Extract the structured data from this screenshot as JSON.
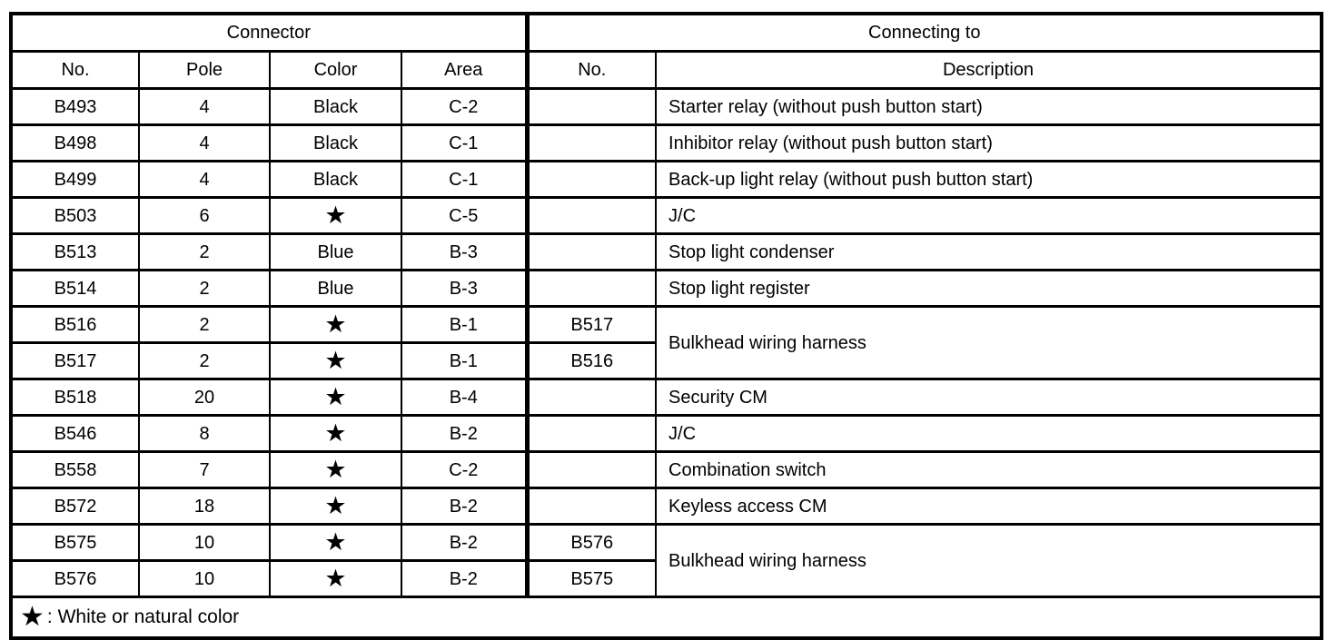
{
  "table": {
    "header_groups": [
      {
        "label": "Connector",
        "colspan": 4
      },
      {
        "label": "Connecting to",
        "colspan": 2
      }
    ],
    "columns": [
      "No.",
      "Pole",
      "Color",
      "Area",
      "No.",
      "Description"
    ],
    "rows": [
      {
        "no": "B493",
        "pole": "4",
        "color": "Black",
        "area": "C-2",
        "connecting_no": "",
        "description": "Starter relay (without push button start)"
      },
      {
        "no": "B498",
        "pole": "4",
        "color": "Black",
        "area": "C-1",
        "connecting_no": "",
        "description": "Inhibitor relay (without push button start)"
      },
      {
        "no": "B499",
        "pole": "4",
        "color": "Black",
        "area": "C-1",
        "connecting_no": "",
        "description": "Back-up light relay (without push button start)"
      },
      {
        "no": "B503",
        "pole": "6",
        "color": "★",
        "area": "C-5",
        "connecting_no": "",
        "description": "J/C"
      },
      {
        "no": "B513",
        "pole": "2",
        "color": "Blue",
        "area": "B-3",
        "connecting_no": "",
        "description": "Stop light condenser"
      },
      {
        "no": "B514",
        "pole": "2",
        "color": "Blue",
        "area": "B-3",
        "connecting_no": "",
        "description": "Stop light register"
      },
      {
        "no": "B516",
        "pole": "2",
        "color": "★",
        "area": "B-1",
        "connecting_no": "B517",
        "description": "Bulkhead wiring harness"
      },
      {
        "no": "B517",
        "pole": "2",
        "color": "★",
        "area": "B-1",
        "connecting_no": "B516",
        "description": ""
      },
      {
        "no": "B518",
        "pole": "20",
        "color": "★",
        "area": "B-4",
        "connecting_no": "",
        "description": "Security CM"
      },
      {
        "no": "B546",
        "pole": "8",
        "color": "★",
        "area": "B-2",
        "connecting_no": "",
        "description": "J/C"
      },
      {
        "no": "B558",
        "pole": "7",
        "color": "★",
        "area": "C-2",
        "connecting_no": "",
        "description": "Combination switch"
      },
      {
        "no": "B572",
        "pole": "18",
        "color": "★",
        "area": "B-2",
        "connecting_no": "",
        "description": "Keyless access CM"
      },
      {
        "no": "B575",
        "pole": "10",
        "color": "★",
        "area": "B-2",
        "connecting_no": "B576",
        "description": "Bulkhead wiring harness"
      },
      {
        "no": "B576",
        "pole": "10",
        "color": "★",
        "area": "B-2",
        "connecting_no": "B575",
        "description": ""
      }
    ],
    "footnote": {
      "symbol": "★",
      "text": ": White or natural color"
    }
  }
}
